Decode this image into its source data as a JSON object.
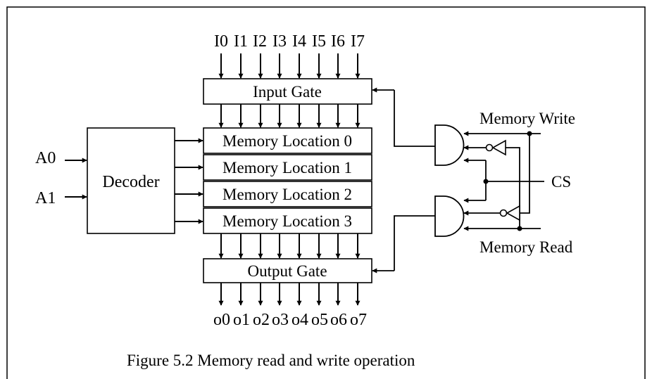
{
  "inputs": [
    "I0",
    "I1",
    "I2",
    "I3",
    "I4",
    "I5",
    "I6",
    "I7"
  ],
  "outputs": [
    "o0",
    "o1",
    "o2",
    "o3",
    "o4",
    "o5",
    "o6",
    "o7"
  ],
  "address_lines": [
    "A0",
    "A1"
  ],
  "blocks": {
    "input_gate": "Input Gate",
    "output_gate": "Output Gate",
    "decoder": "Decoder"
  },
  "memory_locations": [
    "Memory Location 0",
    "Memory Location 1",
    "Memory Location 2",
    "Memory Location 3"
  ],
  "control_signals": {
    "memory_write": "Memory Write",
    "memory_read": "Memory Read",
    "chip_select": "CS"
  },
  "caption": "Figure 5.2 Memory read and write operation"
}
